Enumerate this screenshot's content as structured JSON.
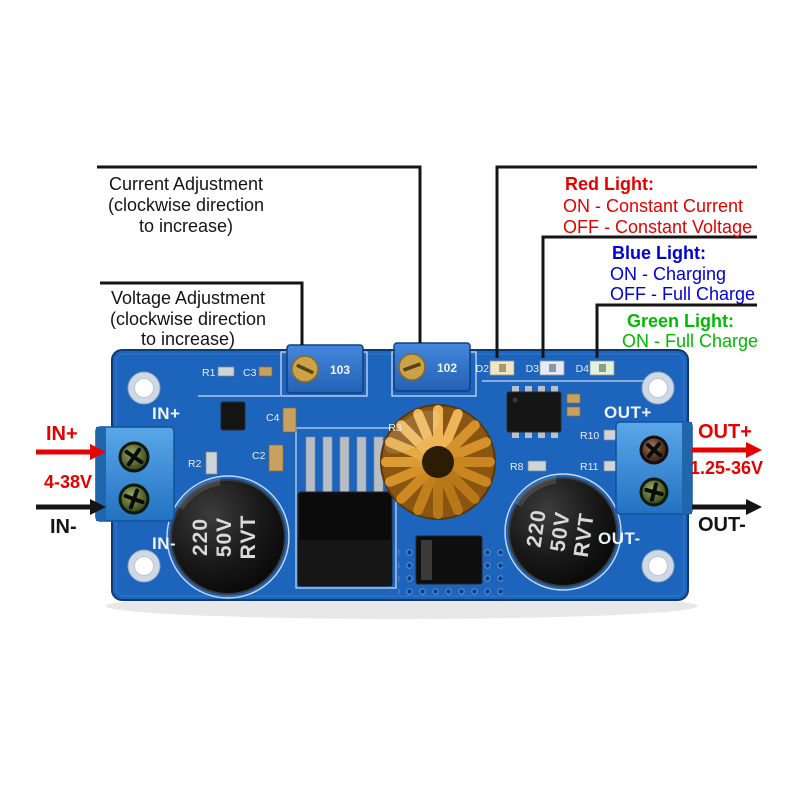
{
  "callouts": {
    "current": {
      "l1": "Current Adjustment",
      "l2": "(clockwise direction",
      "l3": "to increase)"
    },
    "voltage": {
      "l1": "Voltage Adjustment",
      "l2": "(clockwise direction",
      "l3": "to increase)"
    },
    "red_light": {
      "title": "Red Light:",
      "l1": "ON - Constant Current",
      "l2": "OFF - Constant Voltage"
    },
    "blue_light": {
      "title": "Blue Light:",
      "l1": "ON - Charging",
      "l2": "OFF - Full Charge"
    },
    "green_light": {
      "title": "Green Light:",
      "l1": "ON - Full Charge"
    }
  },
  "io": {
    "in_plus": "IN+",
    "in_range": "4-38V",
    "in_minus": "IN-",
    "out_plus": "OUT+",
    "out_range": "1.25-36V",
    "out_minus": "OUT-"
  },
  "silkscreen": {
    "in_plus": "IN+",
    "in_minus": "IN-",
    "out_plus": "OUT+",
    "out_minus": "OUT-",
    "d2": "D2",
    "d3": "D3",
    "d4": "D4",
    "r1": "R1",
    "c3": "C3",
    "r2": "R2",
    "c2": "C2",
    "c4": "C4",
    "r3": "R3",
    "r8": "R8",
    "r10": "R10",
    "r11": "R11"
  },
  "components": {
    "pot_voltage_code": "103",
    "pot_current_code": "102",
    "capacitor": {
      "l1": "220",
      "l2": "50V",
      "l3": "RVT"
    }
  },
  "colors": {
    "red": "#e60000",
    "blue": "#0000d6",
    "green": "#00bb00",
    "black": "#141414",
    "board": "#1d64bd"
  }
}
